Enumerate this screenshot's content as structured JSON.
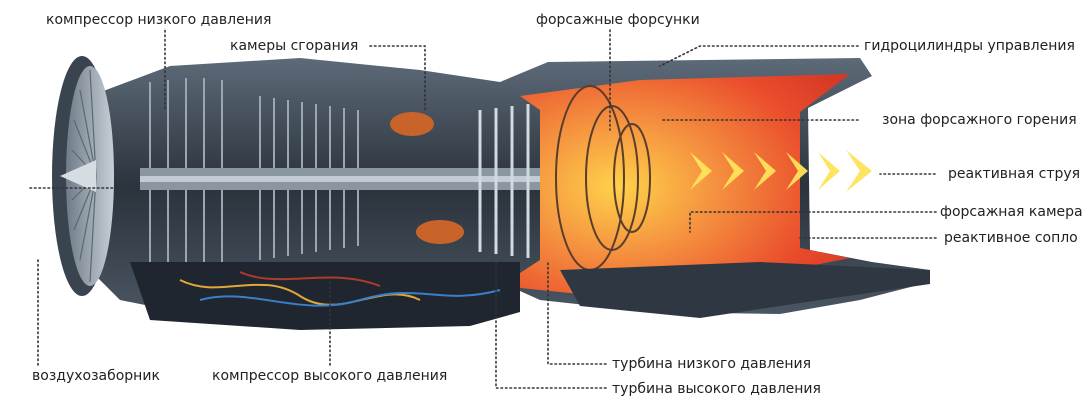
{
  "labels": {
    "lp_compressor": "компрессор низкого давления",
    "combustion_chambers": "камеры сгорания",
    "afterburner_injectors": "форсажные форсунки",
    "hydraulic_cylinders": "гидроцилиндры управления",
    "afterburner_zone": "зона форсажного горения",
    "jet_stream": "реактивная струя",
    "afterburner_chamber": "форсажная камера",
    "nozzle": "реактивное сопло",
    "air_intake": "воздухозаборник",
    "hp_compressor": "компрессор высокого давления",
    "lp_turbine": "турбина низкого давления",
    "hp_turbine": "турбина высокого давления"
  },
  "colors": {
    "casing_dark": "#2d3640",
    "casing_mid": "#4c5a68",
    "metal_light": "#9aa6b2",
    "copper": "#c8642a",
    "flame_hot": "#e8402a",
    "flame_warm": "#f58a3a",
    "flame_yellow": "#ffe35a",
    "leader": "#333333"
  }
}
